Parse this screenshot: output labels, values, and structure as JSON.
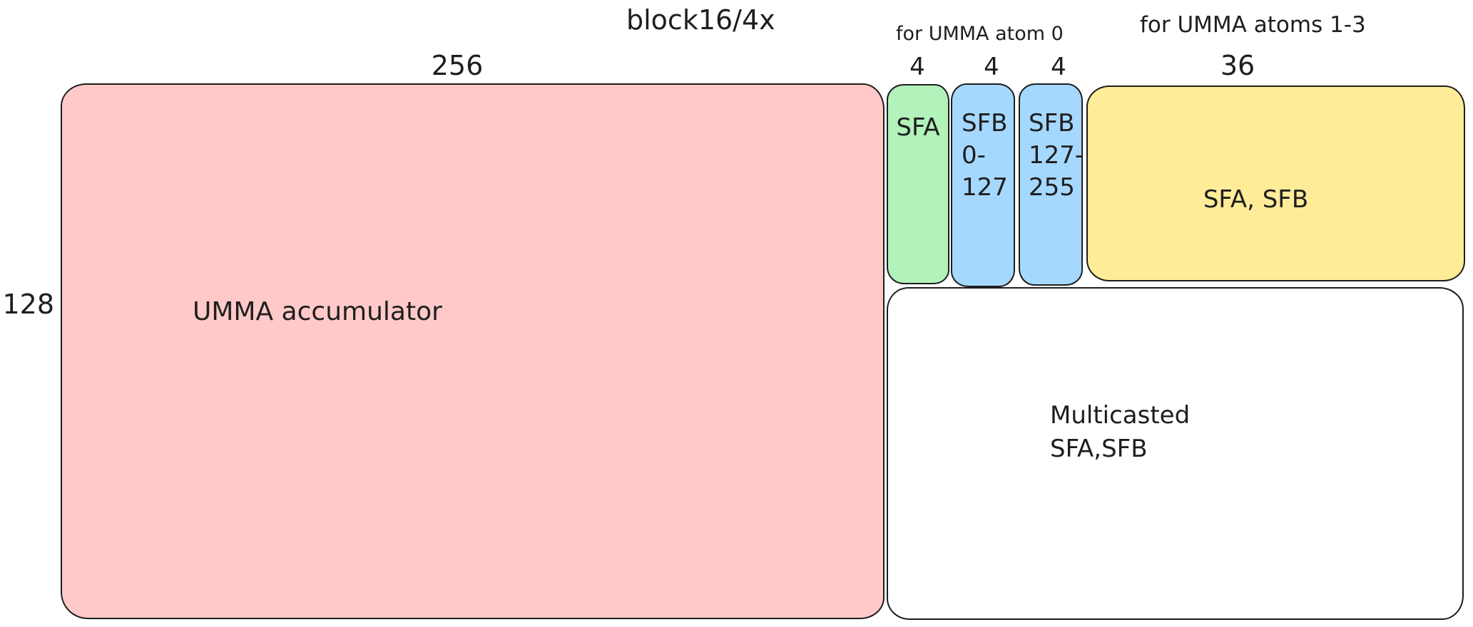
{
  "diagram": {
    "title": "block16/4x",
    "background": "#ffffff",
    "stroke_color": "#1e1e1e",
    "annotations": {
      "atom0": "for UMMA atom 0",
      "atoms_1_3": "for UMMA atoms 1-3"
    },
    "dimension_labels": {
      "accumulator_width": "256",
      "accumulator_height": "128",
      "sfa_width": "4",
      "sfb_0_127_width": "4",
      "sfb_127_255_width": "4",
      "sfa_sfb_width": "36"
    },
    "blocks": {
      "accumulator": {
        "label": "UMMA accumulator",
        "fill": "#ffc9c9"
      },
      "sfa": {
        "label": "SFA",
        "fill": "#b2f2bb"
      },
      "sfb_0_127": {
        "label": "SFB\n0-\n127",
        "fill": "#a5d8ff"
      },
      "sfb_127_255": {
        "label": "SFB\n127-\n255",
        "fill": "#a5d8ff"
      },
      "sfa_sfb": {
        "label": "SFA, SFB",
        "fill": "#ffec99"
      },
      "multicasted": {
        "label": "Multicasted\nSFA,SFB",
        "fill": "#ffffff"
      }
    }
  }
}
